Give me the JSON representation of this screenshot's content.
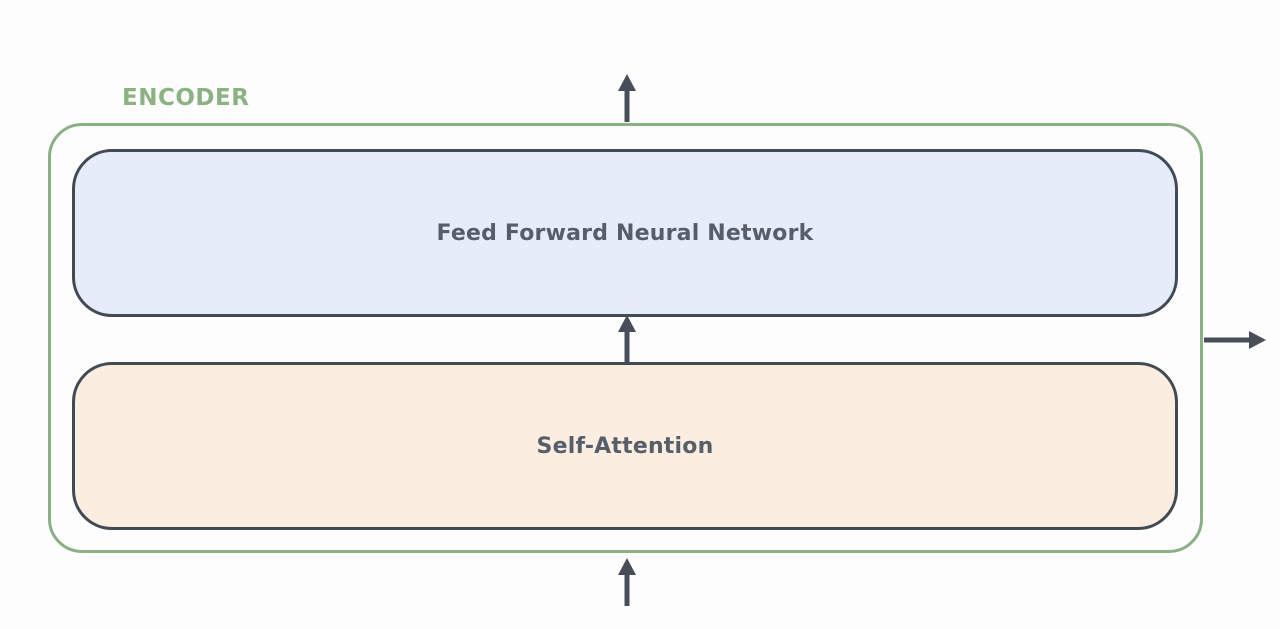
{
  "diagram": {
    "encoder": {
      "label": "ENCODER"
    },
    "blocks": [
      {
        "id": "feed-forward",
        "label": "Feed Forward Neural Network"
      },
      {
        "id": "self-attention",
        "label": "Self-Attention"
      }
    ],
    "arrows": [
      {
        "icon": "arrow-up-icon",
        "role": "encoder-output-top"
      },
      {
        "icon": "arrow-up-icon",
        "role": "attention-to-feed-forward"
      },
      {
        "icon": "arrow-up-icon",
        "role": "encoder-input-bottom"
      },
      {
        "icon": "arrow-right-icon",
        "role": "encoder-output-right"
      }
    ],
    "colors": {
      "background": "#fdfdfd",
      "encoder_border": "#8caf86",
      "encoder_label": "#8cb284",
      "ffnn_fill": "#e4edf9",
      "attention_fill": "#fbeee0",
      "block_border": "#424a54",
      "block_text": "#555e69",
      "arrow": "#474e59"
    }
  }
}
